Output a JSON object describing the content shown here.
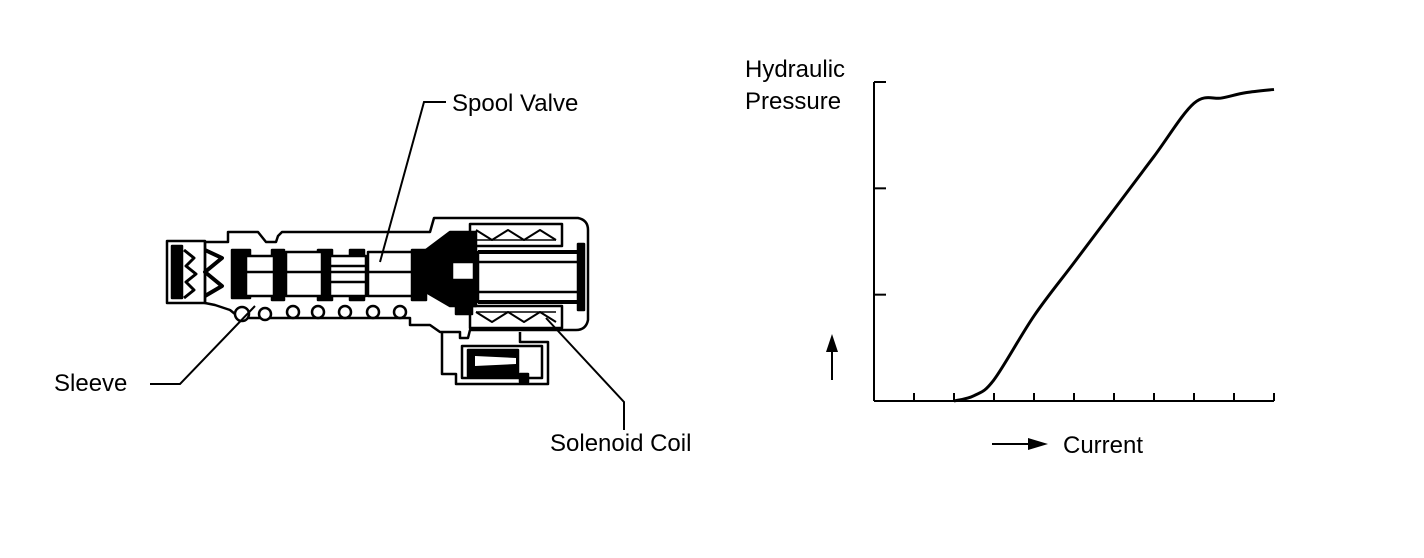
{
  "labels": {
    "spool_valve": "Spool Valve",
    "sleeve": "Sleeve",
    "solenoid_coil": "Solenoid Coil"
  },
  "chart_data": {
    "type": "line",
    "title": "",
    "ylabel_line1": "Hydraulic",
    "ylabel_line2": "Pressure",
    "xlabel": "Current",
    "x_ticks": 10,
    "y_ticks": 3,
    "xlim": [
      0,
      10
    ],
    "ylim": [
      0,
      3
    ],
    "grid": false,
    "series": [
      {
        "x": [
          2.0,
          2.5,
          3.0,
          4.0,
          5.0,
          6.0,
          7.0,
          8.0,
          8.7,
          9.3,
          10.0
        ],
        "y": [
          0.0,
          0.05,
          0.2,
          0.8,
          1.3,
          1.8,
          2.3,
          2.8,
          2.85,
          2.9,
          2.93
        ]
      }
    ]
  },
  "colors": {
    "ink": "#000000",
    "background": "#ffffff"
  }
}
